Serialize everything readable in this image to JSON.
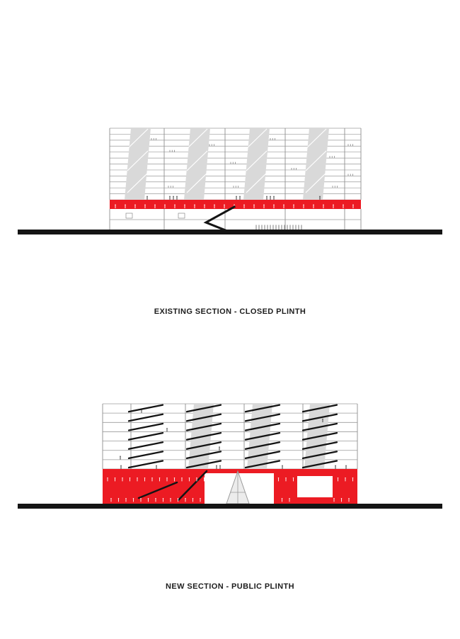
{
  "page": {
    "background": "#ffffff"
  },
  "colors": {
    "red": "#ec1b23",
    "core_gray": "#d9d9d9",
    "line_gray": "#9b9b9b",
    "structure_gray": "#8f8f8f",
    "ink": "#141414",
    "caption_ink": "#1d1d1d",
    "white": "#ffffff"
  },
  "figures": [
    {
      "id": "existing-section",
      "caption": "EXISTING SECTION - CLOSED PLINTH"
    },
    {
      "id": "new-section",
      "caption": "NEW SECTION - PUBLIC PLINTH"
    }
  ]
}
